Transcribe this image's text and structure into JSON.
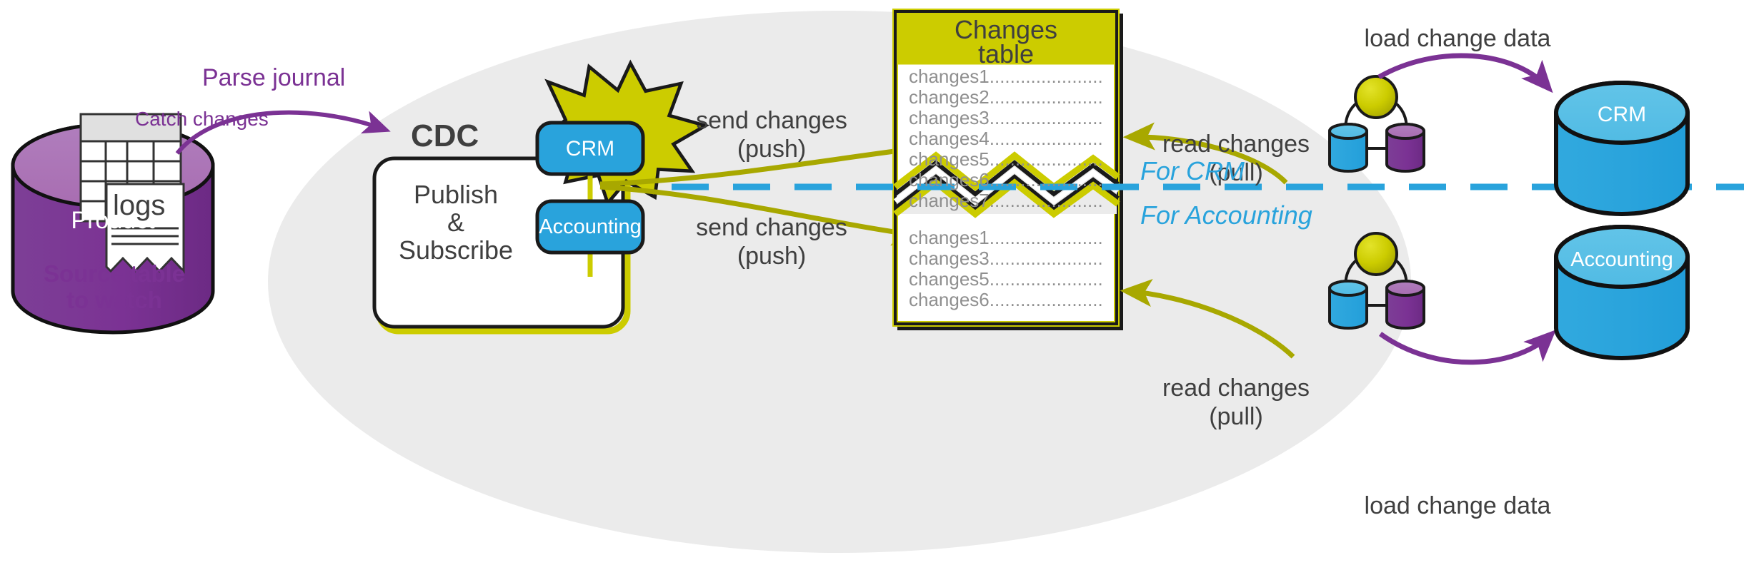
{
  "diagram": {
    "title_semantic": "change-data-capture-architecture",
    "colors": {
      "purple": "#7B3294",
      "purple_dark": "#6E2B87",
      "purple_light": "#A86DB1",
      "yellow": "#CCCC00",
      "yellow_dark": "#A8A800",
      "blue": "#29A3DC",
      "blue_light": "#55BCE6",
      "gray_ellipse": "#EBEBEB",
      "text_dark": "#3f3f3f",
      "table_row_text": "#8f8f8f"
    }
  },
  "source": {
    "cylinder_label": "Product",
    "doc_label": "logs",
    "caption_line1": "Source table",
    "caption_line2": "to watch"
  },
  "arrows": {
    "parse_journal": "Parse journal",
    "catch_changes": "Catch changes",
    "send_changes_crm_line1": "send changes",
    "send_changes_crm_line2": "(push)",
    "send_changes_acc_line1": "send changes",
    "send_changes_acc_line2": "(push)",
    "read_changes_crm_line1": "read changes",
    "read_changes_crm_line2": "(pull)",
    "read_changes_acc_line1": "read changes",
    "read_changes_acc_line2": "(pull)",
    "load_change_data_top": "load change data",
    "load_change_data_bottom": "load change data"
  },
  "cdc": {
    "title": "CDC",
    "subtitle_line1": "Publish",
    "subtitle_line2": "&",
    "subtitle_line3": "Subscribe",
    "topic_crm": "CRM",
    "topic_accounting": "Accounting"
  },
  "changes_table": {
    "header_line1": "Changes",
    "header_line2": "table",
    "upper_rows": [
      "changes1......................",
      "changes2......................",
      "changes3......................",
      "changes4......................",
      "changes5......................",
      "changes6......................",
      "changes7......................"
    ],
    "lower_rows": [
      "changes1......................",
      "changes3......................",
      "changes5......................",
      "changes6......................"
    ]
  },
  "divider": {
    "label_above": "For CRM",
    "label_below": "For Accounting"
  },
  "targets": {
    "crm_db": "CRM",
    "accounting_db": "Accounting"
  }
}
